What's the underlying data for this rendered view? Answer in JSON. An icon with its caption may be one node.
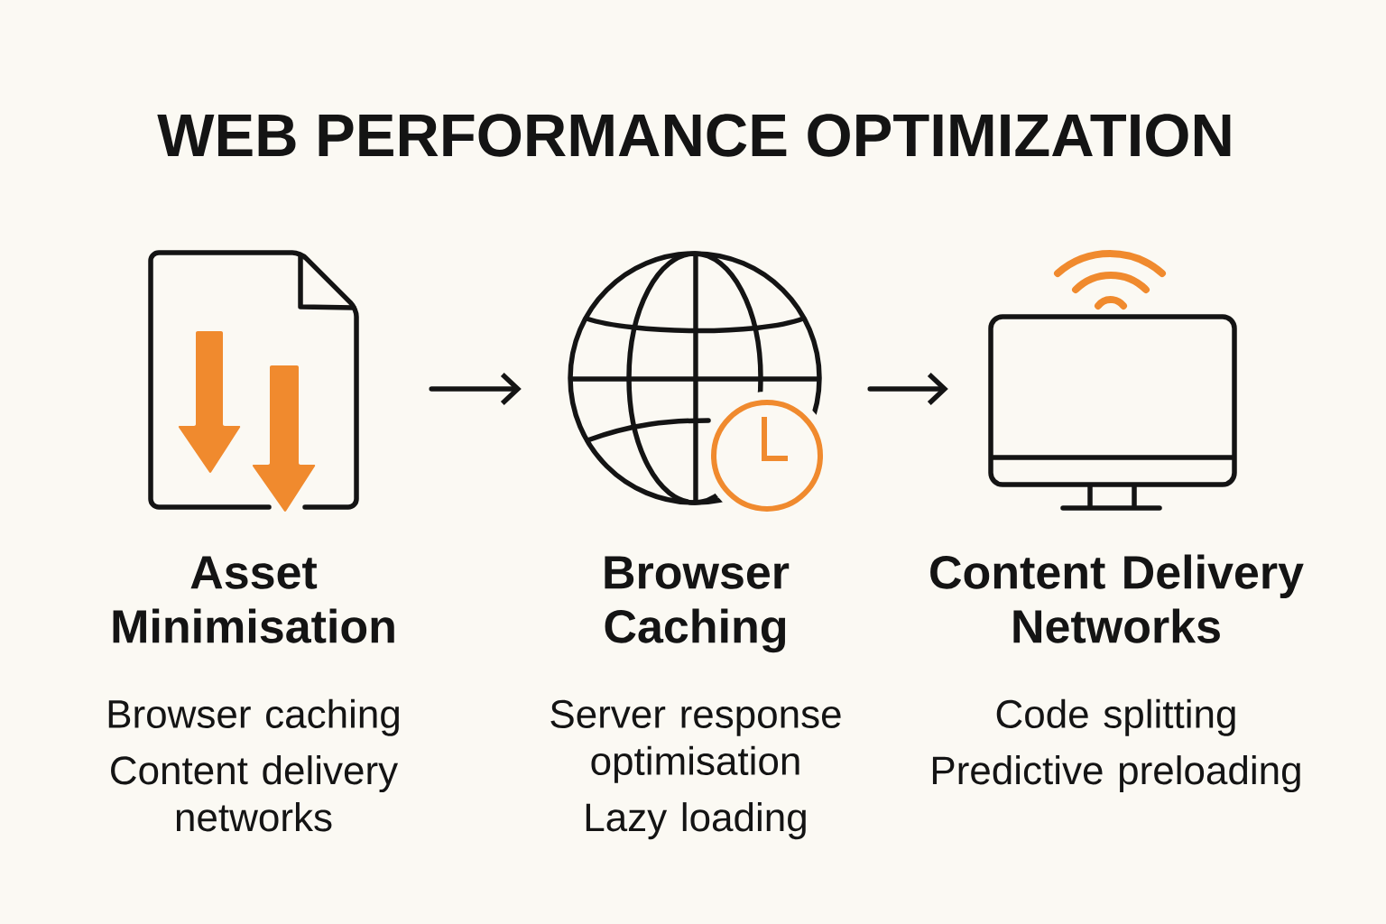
{
  "diagram": {
    "title": "WEB PERFORMANCE OPTIMIZATION",
    "nodes": [
      {
        "text": [],
        "shape": "picture",
        "beside": [
          "Asset Minimisation",
          "Browser caching",
          "Content delivery networks"
        ]
      },
      {
        "text": [],
        "shape": "picture",
        "beside": [
          "Browser Caching",
          "Server response optimisation",
          "Lazy loading"
        ]
      },
      {
        "text": [],
        "shape": "picture",
        "beside": [
          "Content Delivery Networks",
          "Code splitting",
          "Predictive preloading"
        ]
      }
    ],
    "edges": [
      {
        "from": 0,
        "to": 1,
        "arrow": "to"
      },
      {
        "from": 1,
        "to": 2,
        "arrow": "to"
      }
    ]
  }
}
